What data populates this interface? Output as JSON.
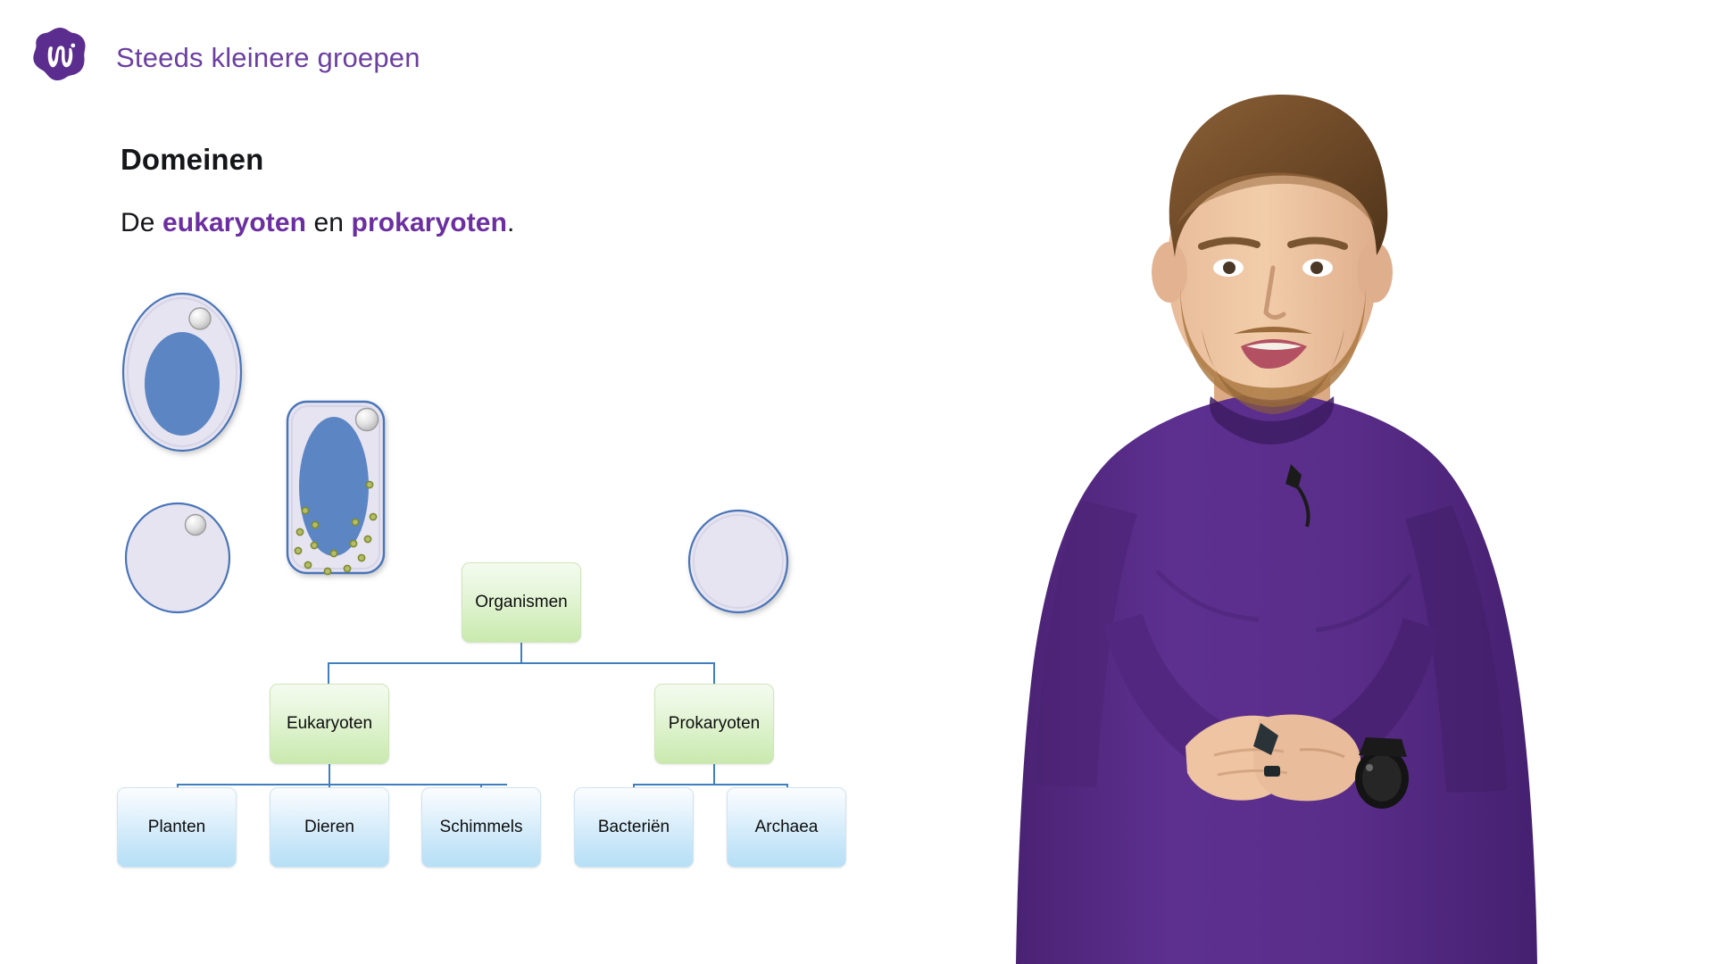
{
  "header": {
    "logo_name": "wrts-logo-icon",
    "title": "Steeds kleinere groepen",
    "title_color": "#6b3fa0"
  },
  "slide": {
    "heading": "Domeinen",
    "sentence": {
      "lead": "De ",
      "keyword1": "eukaryoten",
      "middle": " en ",
      "keyword2": "prokaryoten",
      "tail": "."
    },
    "keyword_color": "#6b2fa0",
    "text_color": "#15161a"
  },
  "illustrations": {
    "caption": "cell diagrams",
    "cells": [
      {
        "name": "large-eukaryotic-cell",
        "shape": "ellipse",
        "has_nucleus": true,
        "has_organelle": true,
        "has_ribosomes": false
      },
      {
        "name": "plant-cell-rounded-rect",
        "shape": "rounded-rect",
        "has_nucleus": true,
        "has_organelle": true,
        "has_ribosomes": true
      },
      {
        "name": "small-cell-no-nucleus",
        "shape": "ellipse",
        "has_nucleus": false,
        "has_organelle": true,
        "has_ribosomes": false
      },
      {
        "name": "prokaryotic-cell-plain",
        "shape": "ellipse",
        "has_nucleus": false,
        "has_organelle": false,
        "has_ribosomes": false
      }
    ],
    "colors": {
      "membrane": "#e6e4f0",
      "membrane_stroke": "#4a74b8",
      "nucleus": "#5b85c4",
      "organelle": "#d8d8d8",
      "ribosome": "#8a9a3d"
    }
  },
  "diagram": {
    "type": "tree",
    "line_color": "#3f7fbf",
    "levels": [
      {
        "level": 1,
        "nodes": [
          {
            "label": "Organismen",
            "style": "green"
          }
        ]
      },
      {
        "level": 2,
        "nodes": [
          {
            "label": "Eukaryoten",
            "style": "green"
          },
          {
            "label": "Prokaryoten",
            "style": "green"
          }
        ]
      },
      {
        "level": 3,
        "nodes": [
          {
            "label": "Planten",
            "style": "blue",
            "parent": "Eukaryoten"
          },
          {
            "label": "Dieren",
            "style": "blue",
            "parent": "Eukaryoten"
          },
          {
            "label": "Schimmels",
            "style": "blue",
            "parent": "Eukaryoten"
          },
          {
            "label": "Bacteriën",
            "style": "blue",
            "parent": "Prokaryoten"
          },
          {
            "label": "Archaea",
            "style": "blue",
            "parent": "Prokaryoten"
          }
        ]
      }
    ],
    "node_root": "Organismen",
    "node_euk": "Eukaryoten",
    "node_pro": "Prokaryoten",
    "node_planten": "Planten",
    "node_dieren": "Dieren",
    "node_schimmels": "Schimmels",
    "node_bacterien": "Bacteriën",
    "node_archaea": "Archaea"
  },
  "presenter": {
    "name": "presenter-video",
    "sweater_color": "#5a2d8a",
    "background": "#ffffff",
    "accessories": [
      "lapel-microphone",
      "smartwatch",
      "presentation-remote"
    ]
  }
}
